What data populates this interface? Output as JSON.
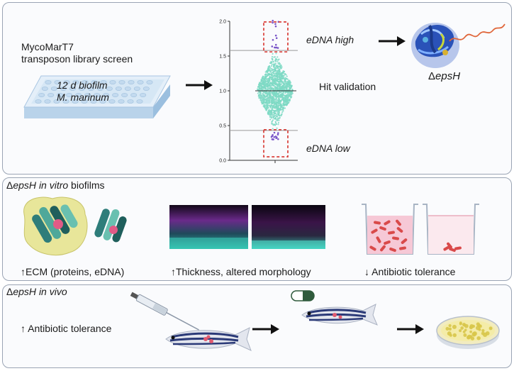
{
  "panel1": {
    "library_line1": "MycoMarT7",
    "library_line2": "transposon library screen",
    "plate_line1": "12 d biofilm",
    "plate_line2": "M. marinum",
    "plot": {
      "y_ticks": [
        "2.0",
        "1.5",
        "1.0",
        "0.5",
        "0.0"
      ],
      "upper_threshold": 1.58,
      "median": 1.0,
      "lower_threshold": 0.43,
      "y_range": [
        0.0,
        2.0
      ]
    },
    "high_label": "eDNA high",
    "low_label": "eDNA low",
    "hit_label": "Hit validation",
    "mutant_delta": "Δ",
    "mutant_gene": "epsH"
  },
  "panel2": {
    "title_delta": "Δ",
    "title_gene": "epsH",
    "title_invitro": "in vitro",
    "title_rest": " biofilms",
    "ecm_label": "↑ECM (proteins, eDNA)",
    "thickness_label": "↑Thickness, altered morphology",
    "tolerance_label": "↓ Antibiotic tolerance"
  },
  "panel3": {
    "title_delta": "Δ",
    "title_gene": "epsH",
    "title_invivo": "in vivo",
    "tolerance_label": "↑ Antibiotic tolerance"
  },
  "colors": {
    "panel_border": "#9aa4b4",
    "scatter": "#7ed9c4",
    "threshold_box": "#d8322c",
    "protein": "#2a52b8",
    "liquid": "#f6c8d6",
    "bacteria": "#d94a4a",
    "fish_stripe": "#2b3a78"
  }
}
